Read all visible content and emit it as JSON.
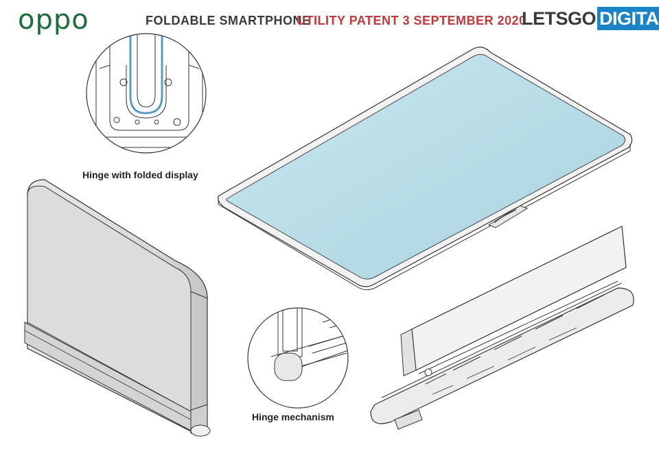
{
  "header": {
    "brand": "oppo",
    "title": "FOLDABLE SMARTPHONE",
    "subtitle": "UTILITY PATENT 3 SEPTEMBER 2020",
    "logo_part1": "LETSGO",
    "logo_part2": "DIGITAL"
  },
  "captions": {
    "hinge_folded": "Hinge with folded display",
    "hinge_mechanism": "Hinge mechanism"
  },
  "colors": {
    "brand_green": "#1a6e3a",
    "accent_red": "#c0393b",
    "logo_blue": "#1a84c6",
    "screen_blue": "#bfe0ea",
    "line": "#333333"
  }
}
